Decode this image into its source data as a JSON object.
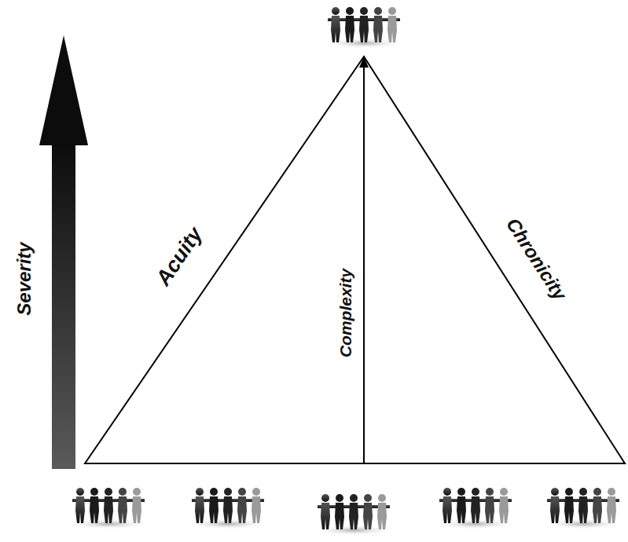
{
  "diagram": {
    "labels": [
      "Severity",
      "Acuity",
      "Complexity",
      "Chronicity"
    ]
  }
}
